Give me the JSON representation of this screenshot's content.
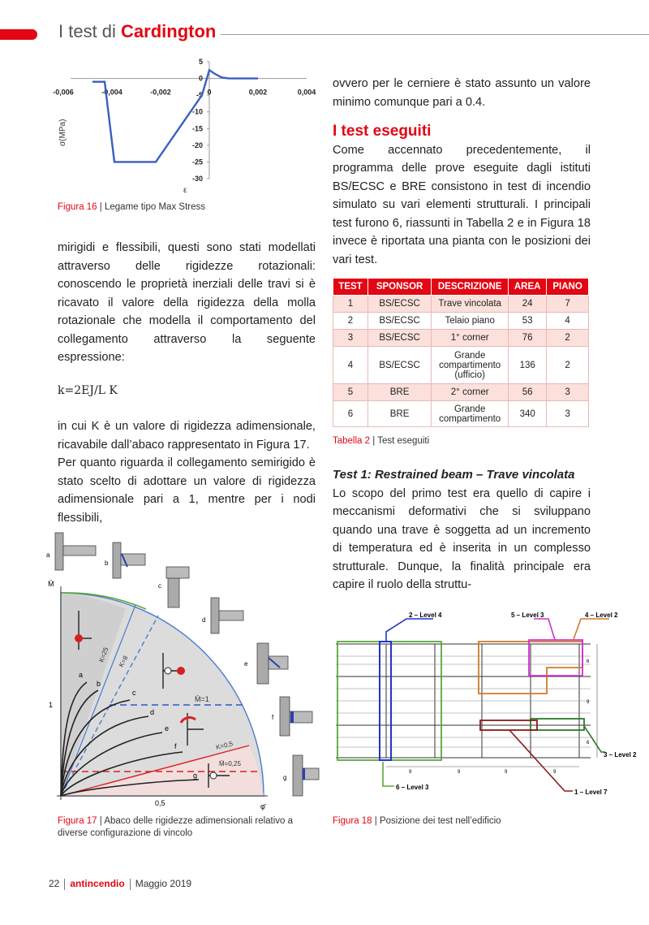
{
  "header": {
    "prefix": "I test di",
    "highlight": "Cardington"
  },
  "fig16": {
    "caption_label": "Figura 16",
    "caption_text": "Legame tipo Max Stress",
    "x_ticks": [
      "-0,006",
      "-0,004",
      "-0,002",
      "0",
      "0,002",
      "0,004"
    ],
    "y_ticks": [
      "5",
      "0",
      "-5",
      "-10",
      "-15",
      "-20",
      "-25",
      "-30"
    ],
    "xlabel": "ε",
    "ylabel": "σ(MPa)",
    "line_color": "#3b5fc0"
  },
  "chart_data": {
    "type": "line",
    "title": "",
    "xlabel": "ε",
    "ylabel": "σ(MPa)",
    "xlim": [
      -0.006,
      0.004
    ],
    "ylim": [
      -30,
      5
    ],
    "series": [
      {
        "x": [
          -0.0048,
          -0.0043,
          -0.0039,
          -0.0022,
          -0.0003,
          0.0,
          0.0002,
          0.0005,
          0.0008,
          0.002
        ],
        "y": [
          -1,
          -1,
          -25,
          -25,
          -5,
          2.5,
          1.5,
          0.3,
          0,
          0
        ]
      }
    ]
  },
  "left_col": {
    "para1": "mirigidi e flessibili, questi sono stati modellati attraverso delle rigidezze rotazionali: conoscendo le proprietà inerziali delle travi si è ricavato il valore della rigidezza della molla rotazionale che modella il comportamento del collegamento attraverso la seguente espressione:",
    "formula": "k=2EJ/L K",
    "para2": "in cui K è un valore di rigidezza adimensionale, ricavabile dall’abaco rappresentato in Figura 17.",
    "para3": "Per quanto riguarda il collegamento semirigido è stato scelto di adottare un valore di rigidezza adimensionale pari a 1, mentre per i nodi flessibili,"
  },
  "fig17": {
    "caption_label": "Figura 17",
    "caption_text": "Abaco delle rigidezze adimensionali relativo a diverse configurazione di vincolo",
    "axis_y": "M̄",
    "axis_x": "φ̄",
    "tick_1": "1",
    "tick_05": "0,5",
    "labels": [
      "a",
      "b",
      "c",
      "d",
      "e",
      "f",
      "g"
    ],
    "k25": "K=25",
    "k8": "K=8",
    "m1": "M̄=1",
    "k05": "K=0,5",
    "m025": "M̄=0,25"
  },
  "right_col": {
    "para0": "ovvero per le cerniere è stato assunto un valore minimo comunque pari a 0.4.",
    "section_title": "I test eseguiti",
    "para1": "Come accennato precedentemente, il programma delle prove eseguite dagli istituti BS/ECSC e BRE consistono in test di incendio simulato su vari elementi strutturali. I principali test furono 6, riassunti in Tabella 2 e in Figura 18 invece è riportata una pianta con le posizioni dei vari test.",
    "subhead": "Test 1: Restrained beam – Trave vincolata",
    "para2": "Lo scopo del primo test era quello di capire i meccanismi deformativi che si sviluppano quando una trave è soggetta ad un incremento di temperatura ed è inserita in un complesso strutturale. Dunque, la finalità principale era capire il ruolo della struttu-"
  },
  "table": {
    "headers": [
      "TEST",
      "SPONSOR",
      "DESCRIZIONE",
      "AREA",
      "PIANO"
    ],
    "rows": [
      [
        "1",
        "BS/ECSC",
        "Trave vincolata",
        "24",
        "7"
      ],
      [
        "2",
        "BS/ECSC",
        "Telaio piano",
        "53",
        "4"
      ],
      [
        "3",
        "BS/ECSC",
        "1° corner",
        "76",
        "2"
      ],
      [
        "4",
        "BS/ECSC",
        "Grande compartimento (ufficio)",
        "136",
        "2"
      ],
      [
        "5",
        "BRE",
        "2° corner",
        "56",
        "3"
      ],
      [
        "6",
        "BRE",
        "Grande compartimento",
        "340",
        "3"
      ]
    ],
    "caption_label": "Tabella 2",
    "caption_text": "Test eseguiti"
  },
  "fig18": {
    "caption_label": "Figura 18",
    "caption_text": "Posizione dei test nell’edificio",
    "labels": {
      "l2_4": "2 – Level 4",
      "l5_3": "5 – Level 3",
      "l4_2": "4 – Level 2",
      "l3_2": "3 – Level 2",
      "l6_3": "6 – Level 3",
      "l1_7": "1 – Level 7"
    },
    "dims": [
      "9",
      "9",
      "9",
      "9",
      "6",
      "9",
      "6"
    ]
  },
  "footer": {
    "page": "22",
    "brand": "antincendio",
    "date": "Maggio 2019"
  }
}
